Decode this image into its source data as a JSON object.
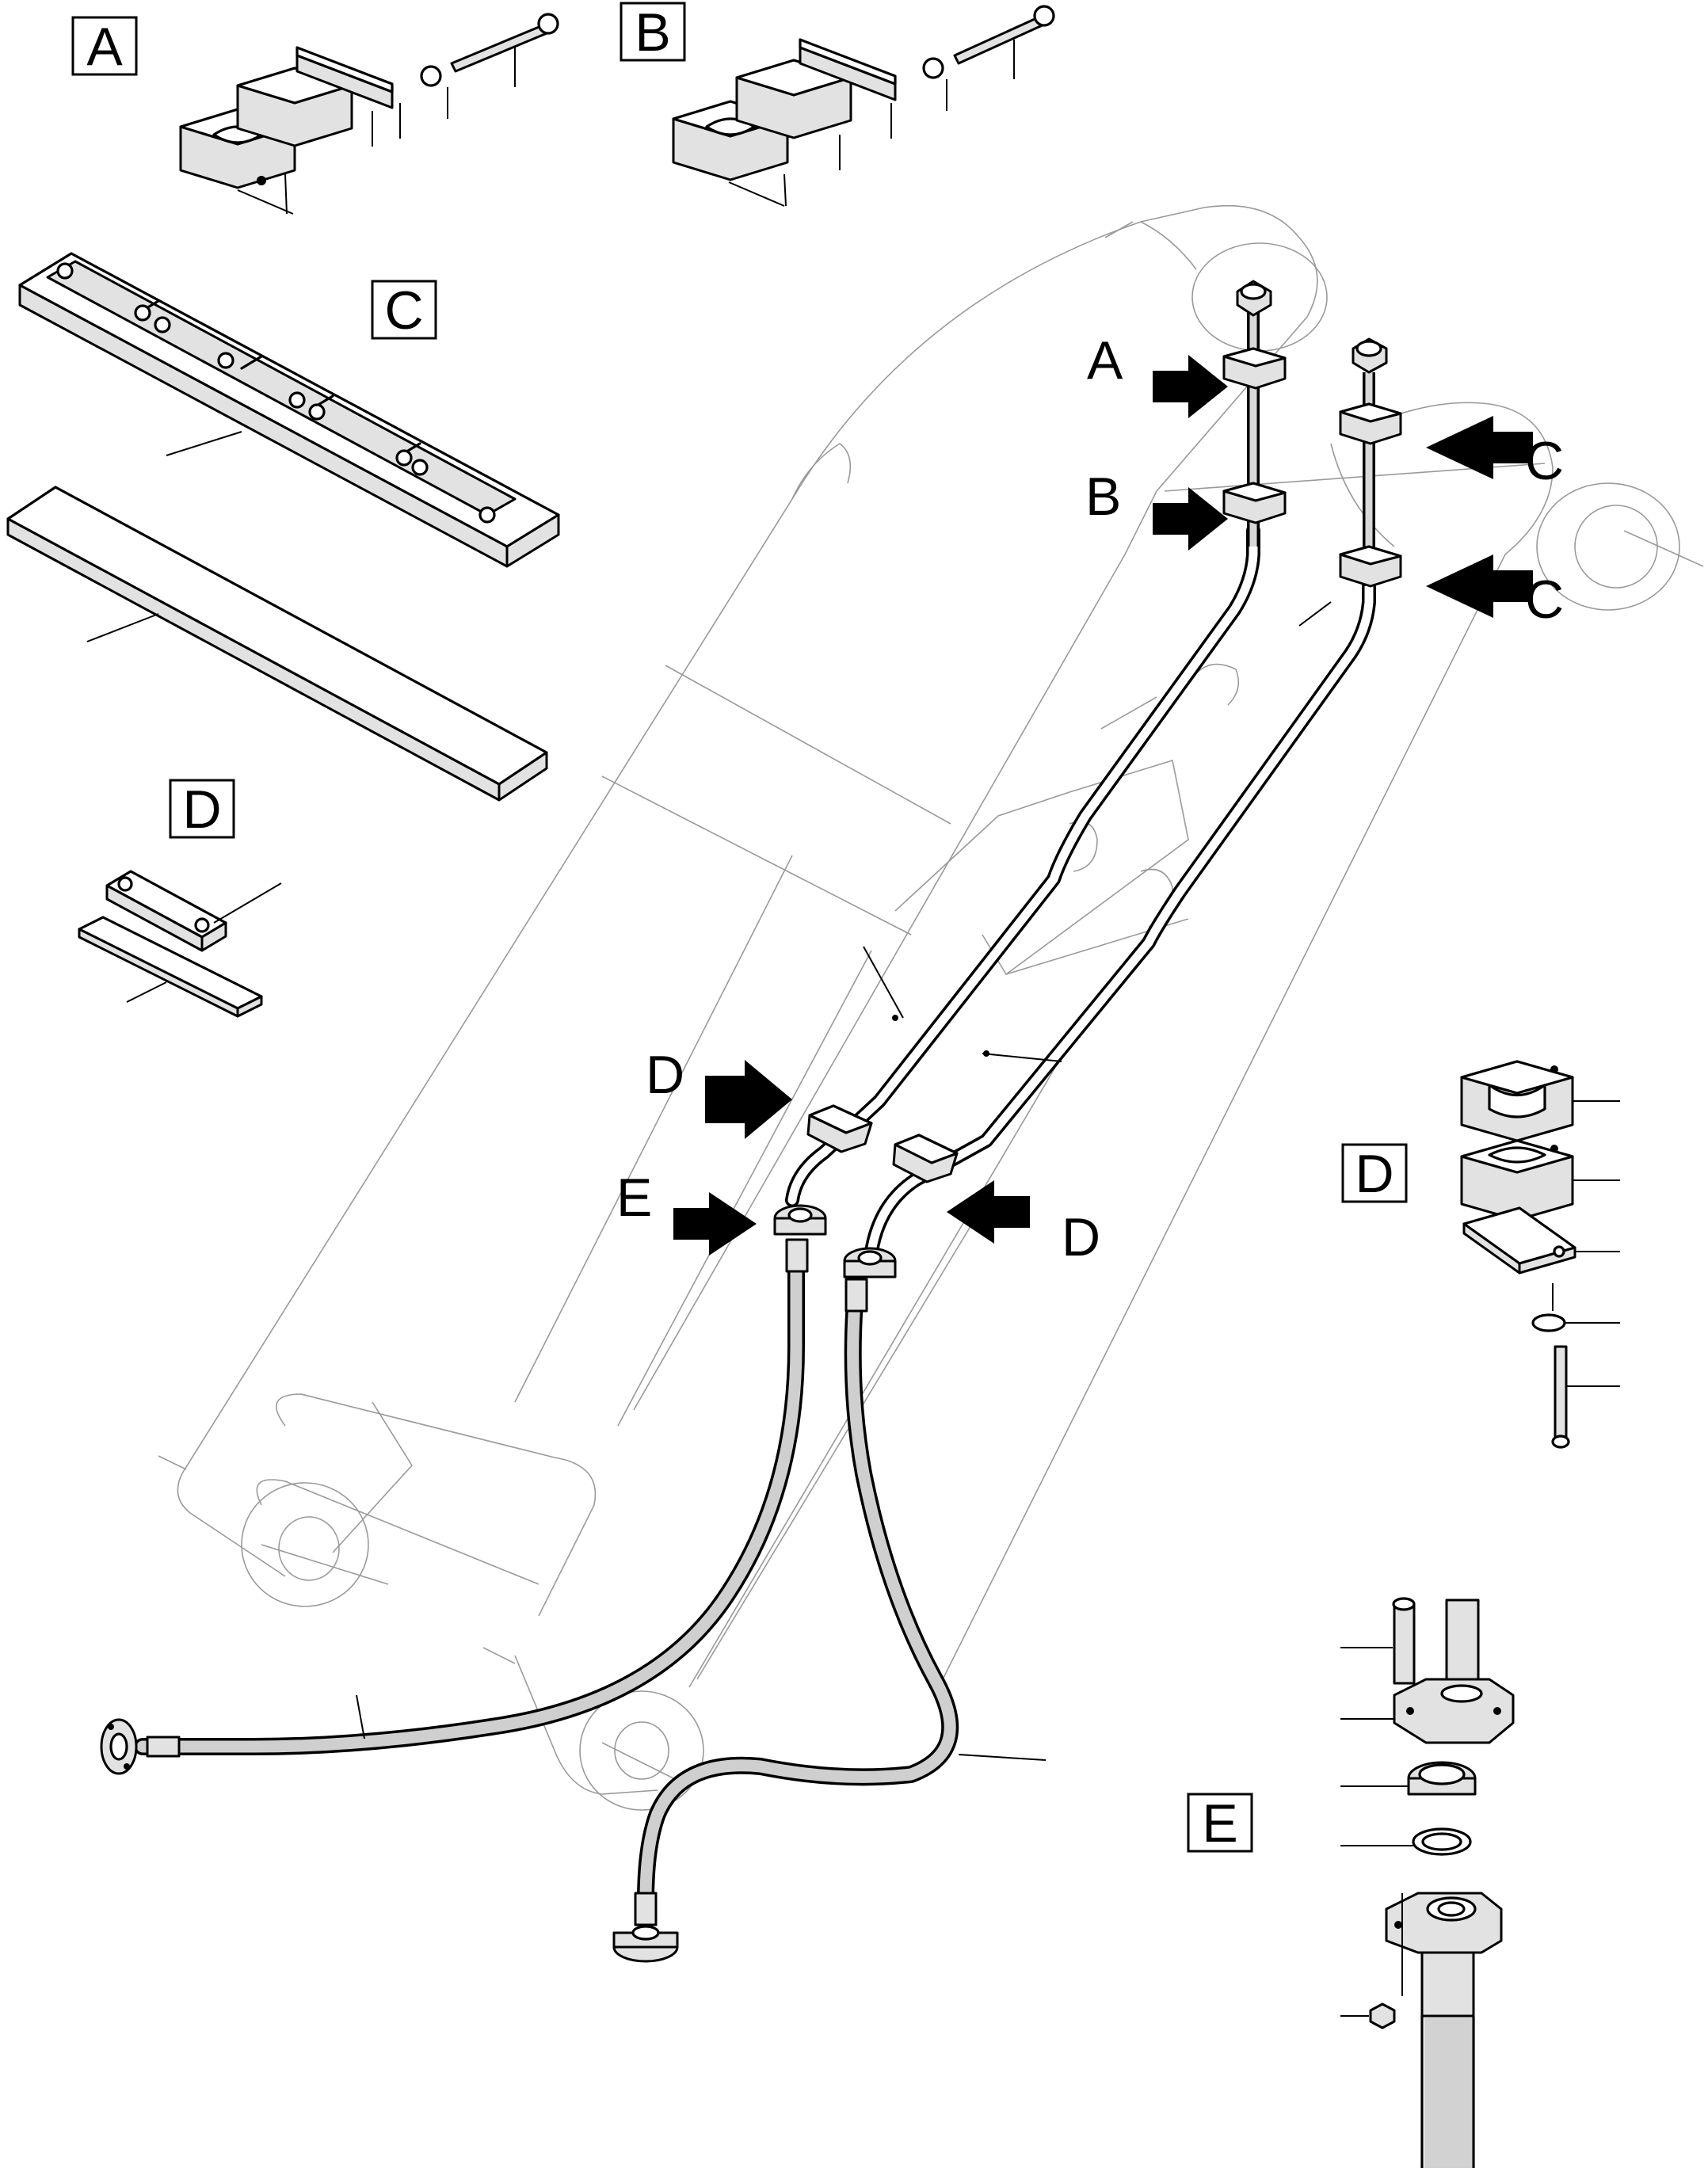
{
  "detail_views": [
    {
      "key": "A",
      "label": "A"
    },
    {
      "key": "B",
      "label": "B"
    },
    {
      "key": "C",
      "label": "C"
    },
    {
      "key": "D-strip",
      "label": "D"
    },
    {
      "key": "D-clamp",
      "label": "D"
    },
    {
      "key": "E",
      "label": "E"
    }
  ],
  "callouts": [
    {
      "key": "A",
      "label": "A"
    },
    {
      "key": "B",
      "label": "B"
    },
    {
      "key": "C-upper",
      "label": "C"
    },
    {
      "key": "C-lower",
      "label": "C"
    },
    {
      "key": "D-left",
      "label": "D"
    },
    {
      "key": "D-right",
      "label": "D"
    },
    {
      "key": "E",
      "label": "E"
    }
  ]
}
